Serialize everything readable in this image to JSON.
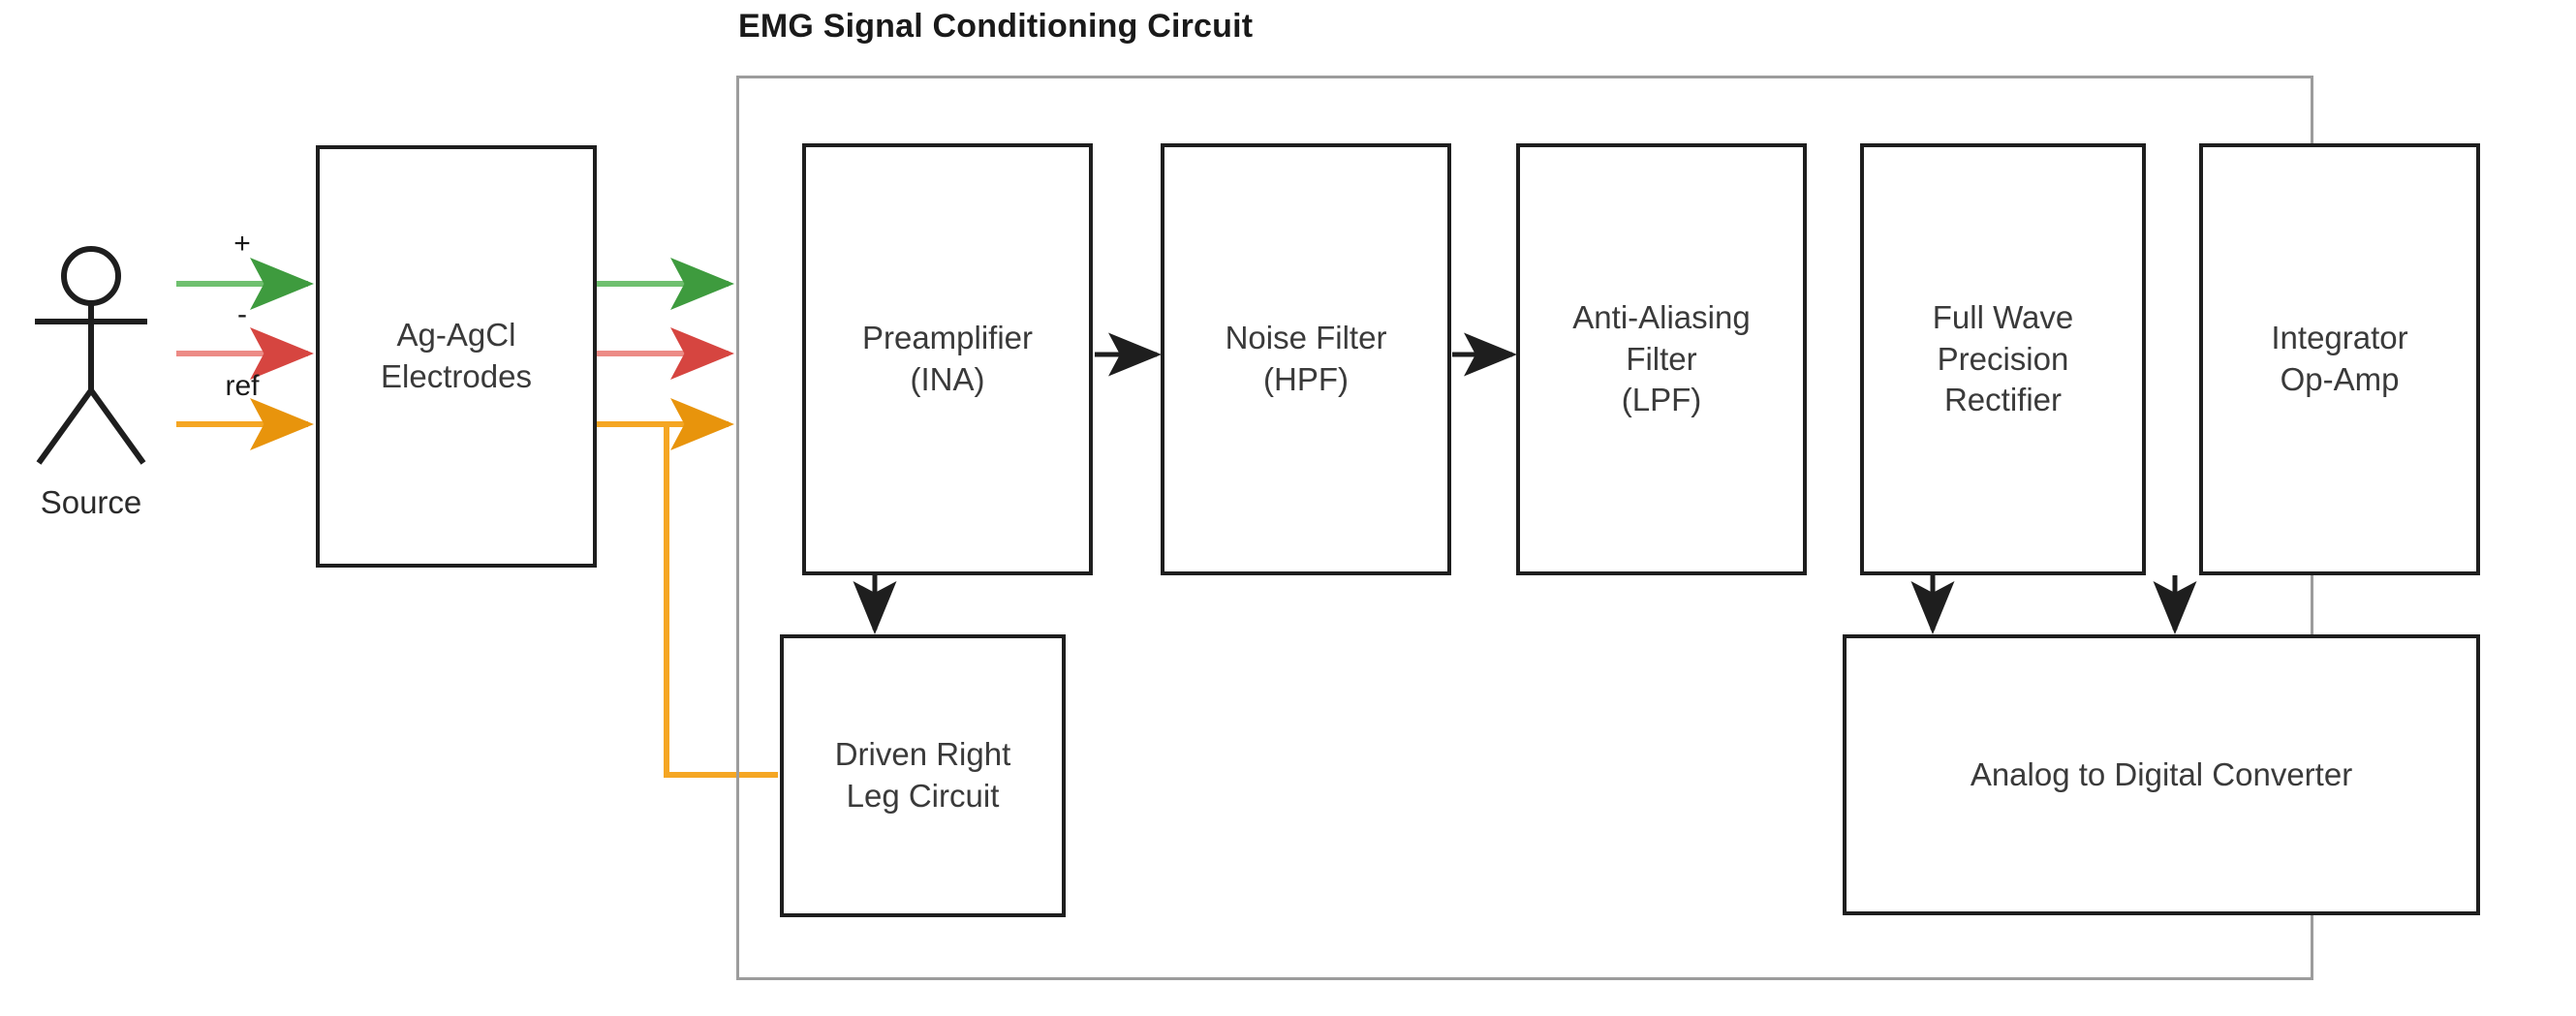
{
  "diagram": {
    "title": "EMG Signal Conditioning Circuit",
    "actor": {
      "label": "Source",
      "icon": "stick-figure-person-icon"
    },
    "electrodes": {
      "label": "Ag-AgCl\nElectrodes"
    },
    "signal_labels": {
      "positive": "+",
      "negative": "-",
      "reference": "ref"
    },
    "chain": [
      {
        "id": "preamplifier",
        "label": "Preamplifier\n(INA)"
      },
      {
        "id": "noise-filter",
        "label": "Noise Filter\n(HPF)"
      },
      {
        "id": "anti-aliasing-filter",
        "label": "Anti-Aliasing\nFilter\n(LPF)"
      },
      {
        "id": "full-wave-precision-rectifier",
        "label": "Full Wave\nPrecision\nRectifier"
      },
      {
        "id": "integrator-op-amp",
        "label": "Integrator\nOp-Amp"
      }
    ],
    "secondary": [
      {
        "id": "driven-right-leg-circuit",
        "label": "Driven Right\nLeg Circuit"
      },
      {
        "id": "analog-to-digital-converter",
        "label": "Analog to Digital Converter"
      }
    ],
    "colors": {
      "positive_signal": "#5CB85C",
      "negative_signal": "#E8847E",
      "reference_signal": "#F5A623",
      "node_border": "#1e1e1e",
      "group_border": "#9c9c9c",
      "text": "#3a3a3a",
      "connector": "#1e1e1e"
    }
  }
}
